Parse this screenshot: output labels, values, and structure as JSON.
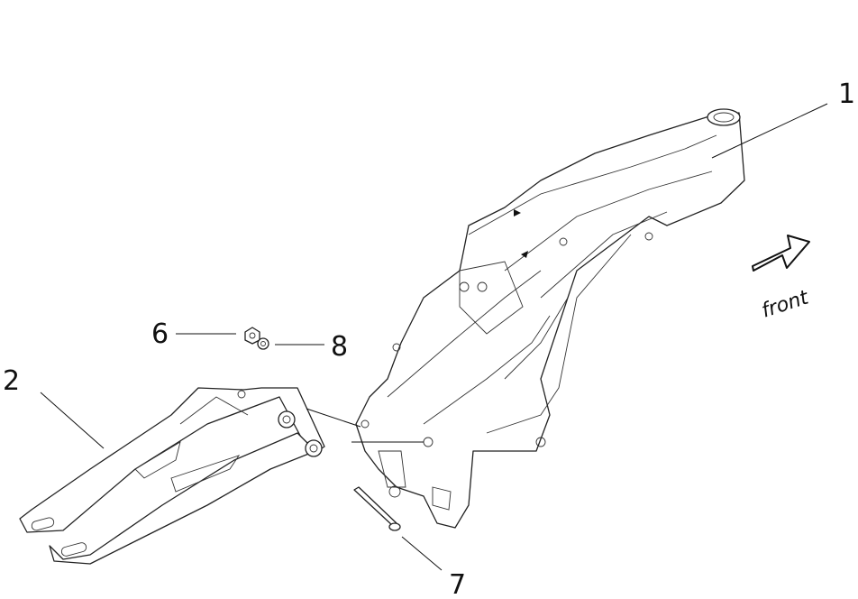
{
  "labels": {
    "frame": "1",
    "swingarm": "2",
    "nut": "6",
    "bolt": "7",
    "washer": "8"
  },
  "direction": {
    "text": "front"
  }
}
